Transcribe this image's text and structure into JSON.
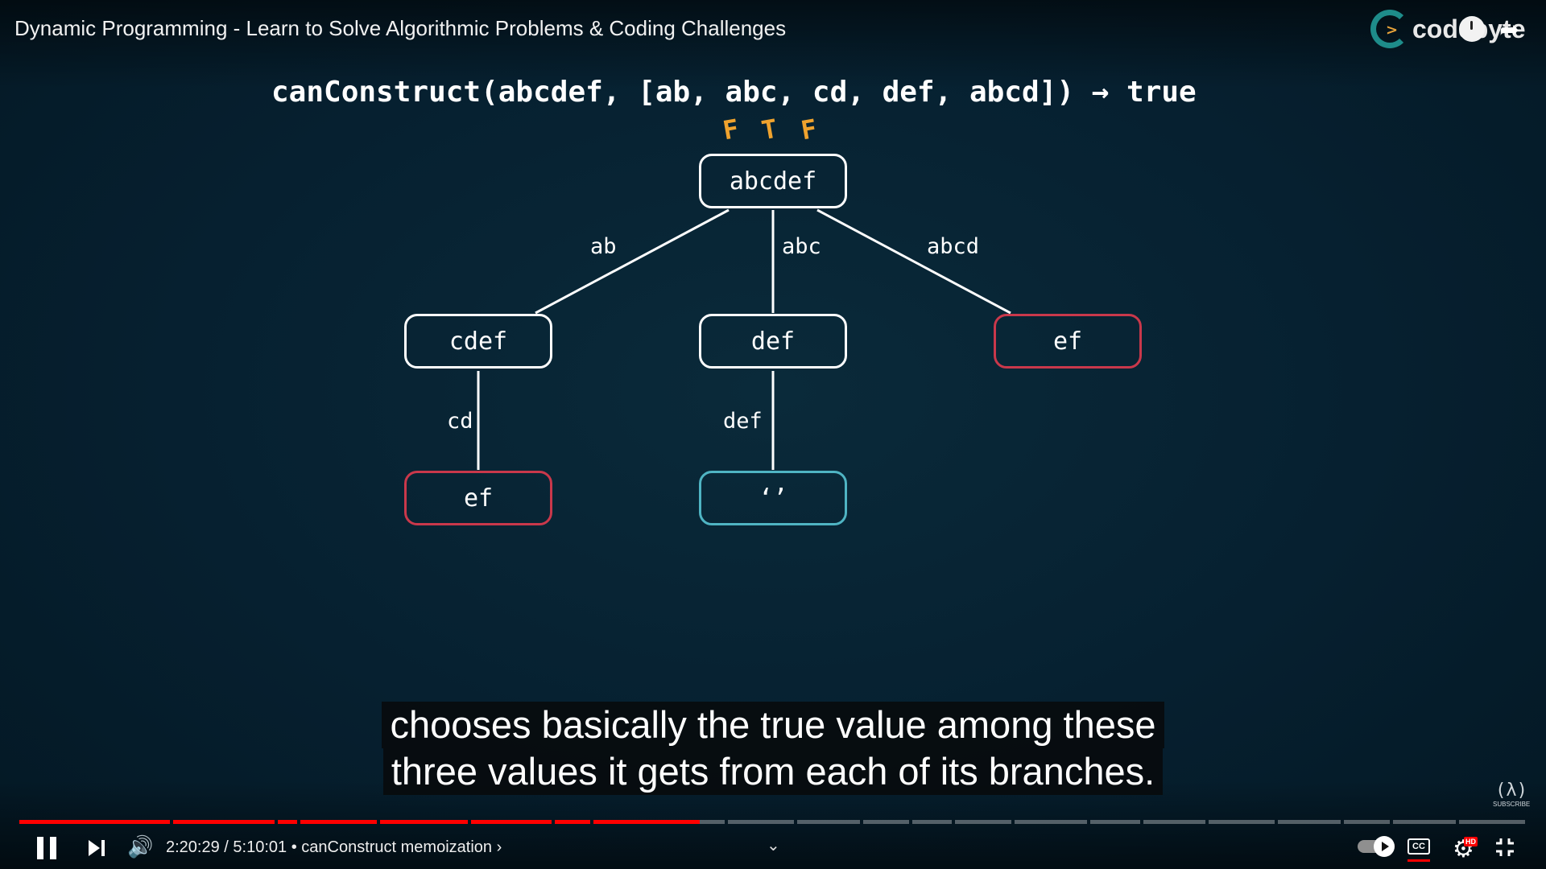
{
  "header": {
    "video_title": "Dynamic Programming - Learn to Solve Algorithmic Problems & Coding Challenges",
    "logo_glyph": ">",
    "logo_text": "codebyte",
    "share_glyph": "➦"
  },
  "slide": {
    "heading": "canConstruct(abcdef, [ab, abc, cd, def, abcd]) → true",
    "flags": [
      "F",
      "T",
      "F"
    ],
    "nodes": {
      "root": "abcdef",
      "left": "cdef",
      "middle": "def",
      "right": "ef",
      "left_child": "ef",
      "middle_child": "‘’"
    },
    "edges": {
      "root_left": "ab",
      "root_middle": "abc",
      "root_right": "abcd",
      "left_down": "cd",
      "middle_down": "def"
    },
    "colors": {
      "flag": "#f0a32e",
      "node_border": "#ffffff",
      "failed_border": "#c9384b",
      "success_border": "#4fb4c3"
    }
  },
  "captions": {
    "line1": "chooses basically the true value among these",
    "line2": "three values it gets from each of its branches."
  },
  "player": {
    "current_time": "2:20:29",
    "duration": "5:10:01",
    "time_display": "2:20:29 / 5:10:01",
    "chapter_title": "• canConstruct memoization ›",
    "chapter_chevron": "⌄",
    "volume_glyph": "🔊",
    "settings_glyph": "⚙",
    "hd_label": "HD",
    "cc_label": "CC",
    "progress_fraction": 0.452,
    "subscribe_mark": "(λ)",
    "subscribe_label": "SUBSCRIBE",
    "accent_color": "#ff0000",
    "chapter_segments_count": 21
  }
}
